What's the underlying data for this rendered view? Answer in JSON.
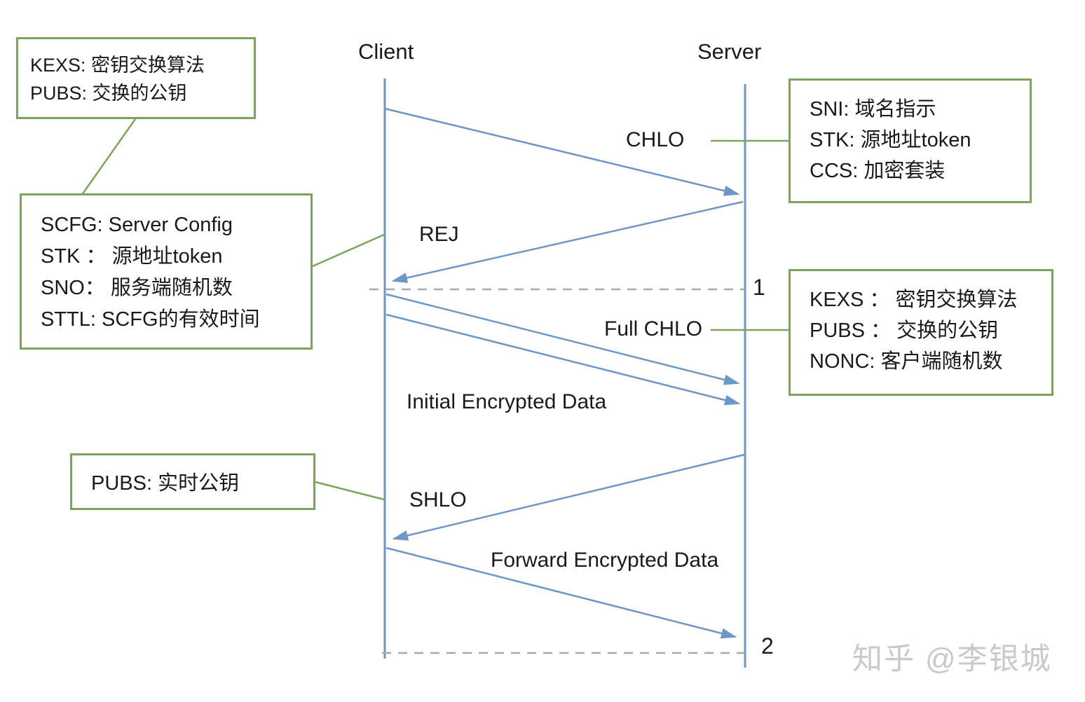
{
  "actors": {
    "client": "Client",
    "server": "Server"
  },
  "messages": {
    "chlo": "CHLO",
    "rej": "REJ",
    "full_chlo": "Full CHLO",
    "initial_encrypted_data": "Initial Encrypted Data",
    "shlo": "SHLO",
    "forward_encrypted_data": "Forward Encrypted Data"
  },
  "round_trip_markers": {
    "first": "1",
    "second": "2"
  },
  "notes": {
    "rej_fields_upper": {
      "lines": [
        "KEXS: 密钥交换算法",
        "PUBS: 交换的公钥"
      ]
    },
    "rej_fields_lower": {
      "lines": [
        "SCFG: Server Config",
        "STK ： 源地址token",
        "SNO： 服务端随机数",
        "STTL: SCFG的有效时间"
      ]
    },
    "chlo_fields": {
      "lines": [
        "SNI: 域名指示",
        "STK: 源地址token",
        "CCS: 加密套装"
      ]
    },
    "full_chlo_fields": {
      "lines": [
        "KEXS ： 密钥交换算法",
        "PUBS ： 交换的公钥",
        "NONC: 客户端随机数"
      ]
    },
    "shlo_fields": {
      "lines": [
        "PUBS: 实时公钥"
      ]
    }
  },
  "watermark": "知乎 @李银城",
  "colors": {
    "message_blue": "#6B97C9",
    "annotation_green": "#7BA45C",
    "round_trip_divider_gray": "#A9A9A9",
    "watermark_gray": "#C9C9C9",
    "text_black": "#1A1A1A"
  }
}
